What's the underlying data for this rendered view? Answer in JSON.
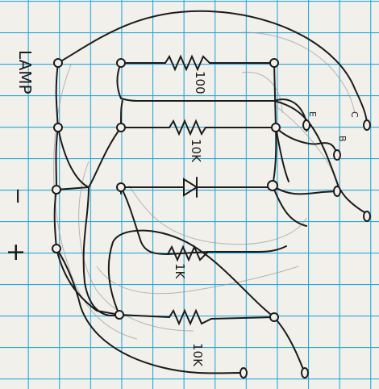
{
  "paper": {
    "background": "#f2f0eb",
    "grid_color": "#2aa7d9",
    "ink_color": "#1b1b1b",
    "pencil_color": "#9a9a9a"
  },
  "labels": {
    "lamp": "LAMP",
    "minus": "−",
    "plus": "+",
    "r_top": "100",
    "r_second": "10K",
    "r_fourth": "1K",
    "r_bottom": "10K",
    "conn_e": "E",
    "conn_b": "B",
    "conn_c": "C"
  }
}
